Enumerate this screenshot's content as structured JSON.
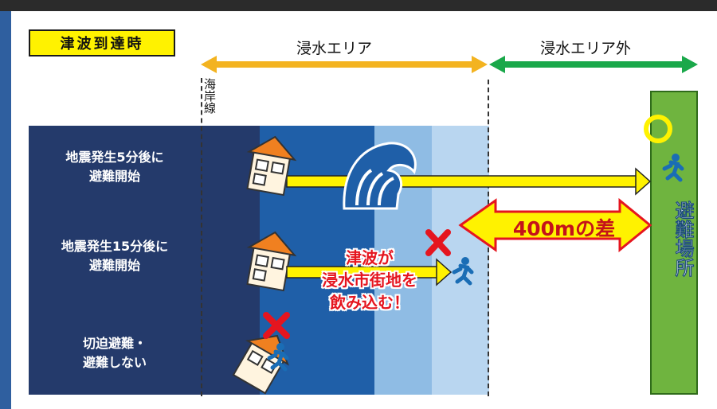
{
  "title": "津波到達時",
  "zones": {
    "inundation": "浸水エリア",
    "outside": "浸水エリア外"
  },
  "coastline": "海岸線",
  "rows": [
    {
      "label_line1": "地震発生5分後に",
      "label_line2": "避難開始"
    },
    {
      "label_line1": "地震発生15分後に",
      "label_line2": "避難開始"
    },
    {
      "label_line1": "切迫避難・",
      "label_line2": "避難しない"
    }
  ],
  "shelter": "避難場所",
  "difference": "400mの差",
  "callout": {
    "line1": "津波が",
    "line2": "浸水市街地を",
    "line3": "飲み込む！"
  },
  "colors": {
    "band_dark": "#243a6b",
    "band_mid": "#1f5fa8",
    "band_light": "#8fbce4",
    "band_pale": "#b9d6f0",
    "arrow_orange": "#f3b320",
    "arrow_green": "#1aa84a",
    "yellow": "#fff200",
    "red": "#e5151f",
    "shelter_green": "#6fb43f"
  },
  "icons": [
    "house-icon",
    "tsunami-wave-icon",
    "runner-icon",
    "x-mark-icon",
    "circle-mark-icon"
  ]
}
